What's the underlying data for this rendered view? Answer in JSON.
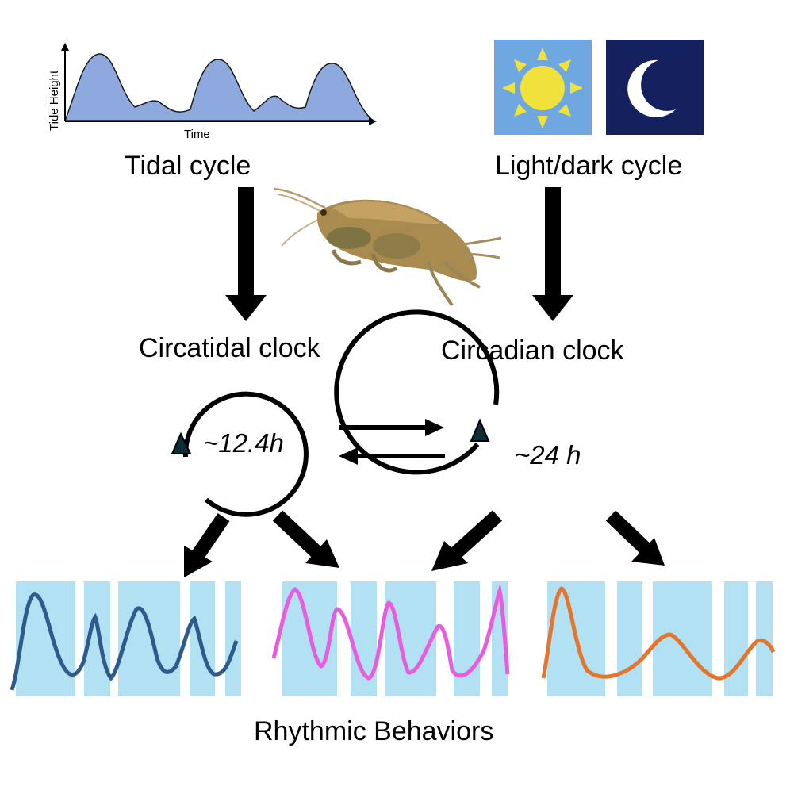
{
  "tidal_panel": {
    "ylabel": "Tide Height",
    "xlabel": "Time",
    "title": "Tidal cycle"
  },
  "light_panel": {
    "title": "Light/dark cycle",
    "sun_icon": "sun-icon",
    "moon_icon": "crescent-moon-icon",
    "colors": {
      "day": "#6fa8e0",
      "night": "#14215e",
      "sun": "#f0e23a",
      "moon": "#ffffff"
    }
  },
  "organism": {
    "icon": "amphipod-image"
  },
  "clocks": {
    "circatidal": {
      "label": "Circatidal clock",
      "period": "~12.4h"
    },
    "circadian": {
      "label": "Circadian clock",
      "period": "~24 h"
    }
  },
  "behaviors": {
    "title": "Rhythmic Behaviors",
    "band_color": "#b2e1f3",
    "traces": [
      {
        "name": "tidal-trace",
        "color": "#2e5b8c"
      },
      {
        "name": "mixed-trace",
        "color": "#e85ddf"
      },
      {
        "name": "circadian-trace",
        "color": "#e3752c"
      }
    ]
  }
}
